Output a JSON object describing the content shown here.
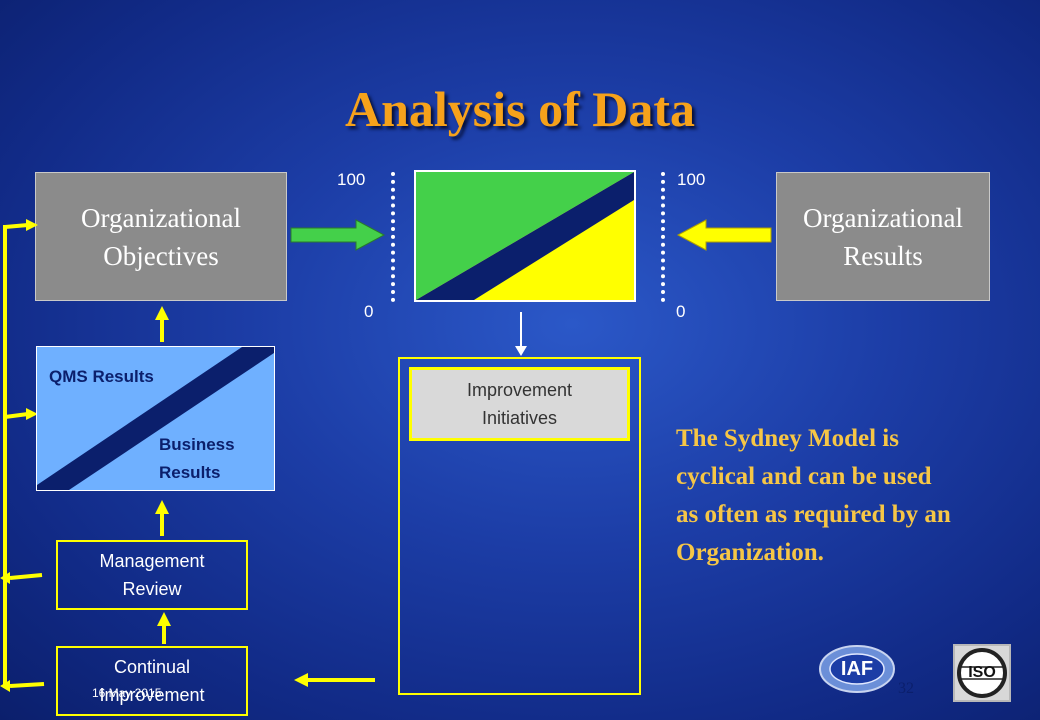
{
  "title": "Analysis of Data",
  "objectives": {
    "line1": "Organizational",
    "line2": "Objectives"
  },
  "results": {
    "line1": "Organizational",
    "line2": "Results"
  },
  "scale_left": {
    "top": "100",
    "bottom": "0"
  },
  "scale_right": {
    "top": "100",
    "bottom": "0"
  },
  "qms": {
    "top_label": "QMS Results",
    "bottom_line1": "Business",
    "bottom_line2": "Results"
  },
  "management_review": {
    "line1": "Management",
    "line2": "Review"
  },
  "continual_improvement": {
    "line1": "Continual",
    "line2": "Improvement"
  },
  "improvement_initiatives": {
    "line1": "Improvement",
    "line2": "Initiatives"
  },
  "sydney_text": [
    "The Sydney Model is",
    "cyclical and can be used",
    "as often as required by an",
    "Organization."
  ],
  "footer": {
    "date": "16 May 2015",
    "page": "32"
  },
  "logos": {
    "iaf": "IAF",
    "iso": "ISO"
  },
  "colors": {
    "title": "#f6a21b",
    "green": "#44d04a",
    "yellow": "#ffff00",
    "navy": "#0b1f6c",
    "light_blue": "#6fb0ff",
    "grey": "#8b8b8b",
    "sydney_text": "#f6c646"
  }
}
